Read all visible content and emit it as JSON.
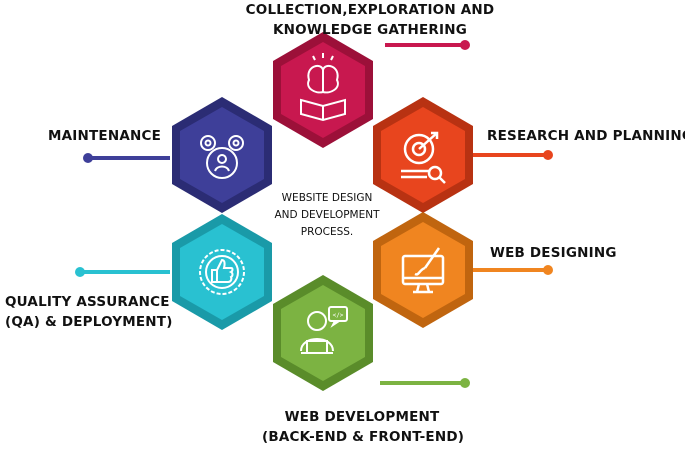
{
  "center_title": [
    "WEBSITE DESIGN",
    "AND DEVELOPMENT",
    "PROCESS."
  ],
  "stages": {
    "collection": {
      "line1": "COLLECTION,EXPLORATION AND",
      "line2": "KNOWLEDGE GATHERING",
      "color": "#c8184f",
      "shade": "#9c1039",
      "icon": "brain-book-icon"
    },
    "research": {
      "line1": "RESEARCH AND PLANNING",
      "color": "#e8451e",
      "shade": "#b83212",
      "icon": "target-chart-icon"
    },
    "webdesign": {
      "line1": "WEB DESIGNING",
      "color": "#f08520",
      "shade": "#c0650f",
      "icon": "monitor-brush-icon"
    },
    "webdev": {
      "line1": "WEB DEVELOPMENT",
      "line2": "(BACK-END & FRONT-END)",
      "color": "#7cb342",
      "shade": "#5a8c2a",
      "icon": "developer-laptop-icon"
    },
    "qa": {
      "line1": "QUALITY ASSURANCE",
      "line2": "(QA) & DEPLOYMENT)",
      "color": "#29c1d1",
      "shade": "#1a9aa8",
      "icon": "thumbs-up-badge-icon"
    },
    "maintenance": {
      "line1": "MAINTENANCE",
      "color": "#3e3f99",
      "shade": "#2b2c74",
      "icon": "gears-person-icon"
    }
  }
}
